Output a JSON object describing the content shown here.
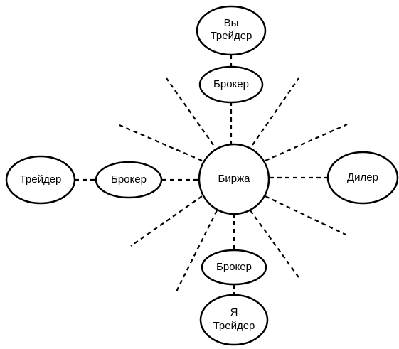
{
  "colors": {
    "background": "#ffffff",
    "stroke": "#000000",
    "text": "#000000"
  },
  "nodes": {
    "exchange": {
      "label": "Биржа"
    },
    "broker_top": {
      "label": "Брокер"
    },
    "trader_you": {
      "line1": "Вы",
      "line2": "Трейдер"
    },
    "broker_left": {
      "label": "Брокер"
    },
    "trader_left": {
      "label": "Трейдер"
    },
    "dealer": {
      "label": "Дилер"
    },
    "broker_bottom": {
      "label": "Брокер"
    },
    "trader_me": {
      "line1": "Я",
      "line2": "Трейдер"
    }
  }
}
